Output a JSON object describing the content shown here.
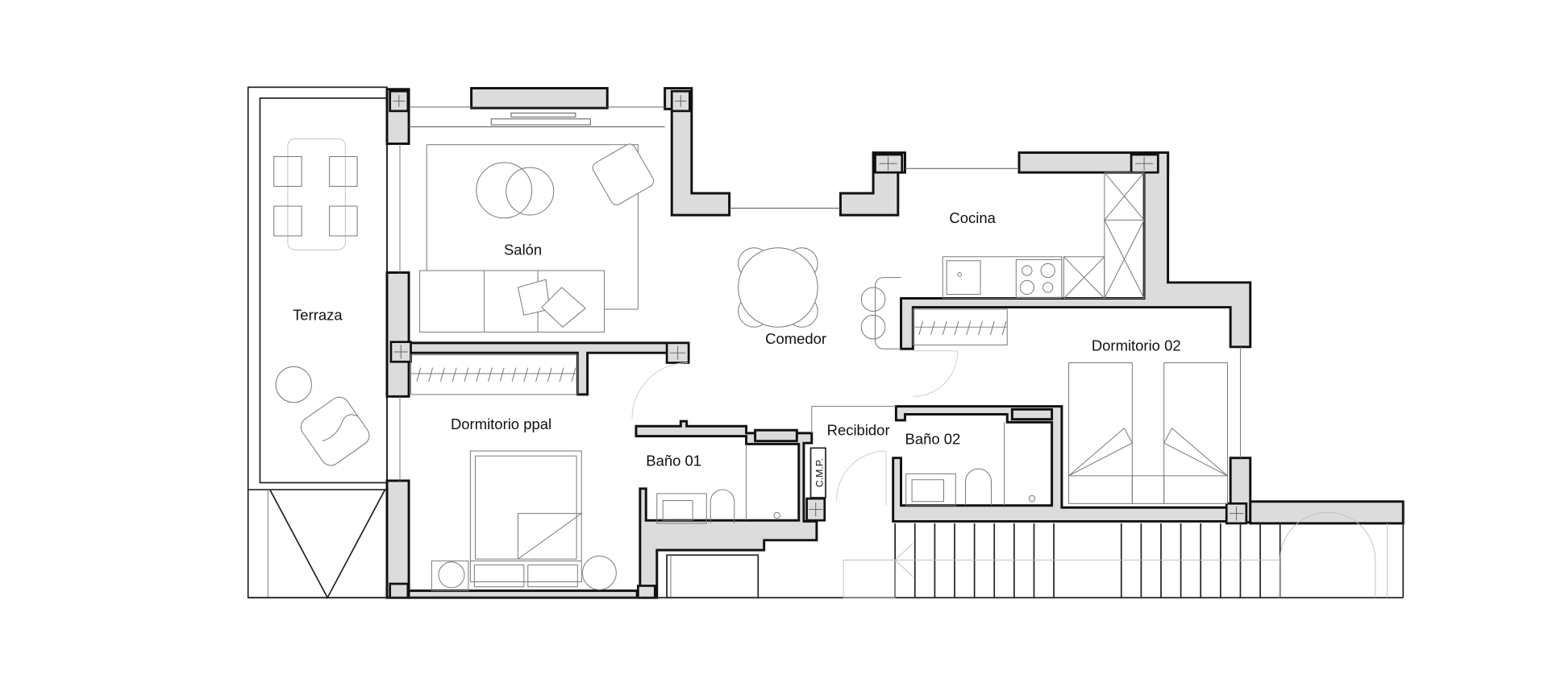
{
  "plan": {
    "type": "floor-plan",
    "wall_color": "#dcdcdc",
    "line_color": "#111111",
    "background": "#ffffff"
  },
  "rooms": {
    "terraza": "Terraza",
    "salon": "Salón",
    "cocina": "Cocina",
    "comedor": "Comedor",
    "dormitorio_02": "Dormitorio 02",
    "dormitorio_ppal": "Dormitorio ppal",
    "recibidor": "Recibidor",
    "bano_01": "Baño 01",
    "bano_02": "Baño 02",
    "cmp": "C.M.P."
  }
}
